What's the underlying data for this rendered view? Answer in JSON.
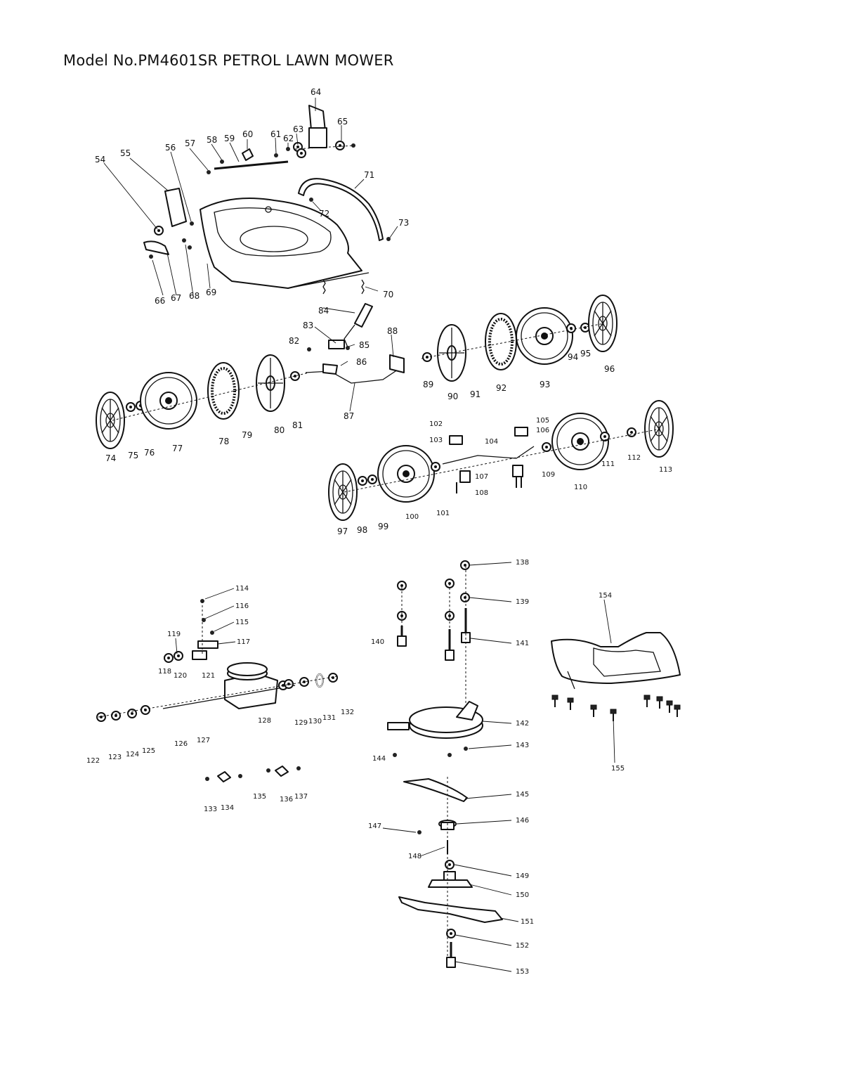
{
  "title": "Model No.PM4601SR PETROL LAWN MOWER",
  "callouts": {
    "c54": "54",
    "c55": "55",
    "c56": "56",
    "c57": "57",
    "c58": "58",
    "c59": "59",
    "c60": "60",
    "c61": "61",
    "c62": "62",
    "c63": "63",
    "c64": "64",
    "c65": "65",
    "c66": "66",
    "c67": "67",
    "c68": "68",
    "c69": "69",
    "c70": "70",
    "c71": "71",
    "c72": "72",
    "c73": "73",
    "c74": "74",
    "c75": "75",
    "c76": "76",
    "c77": "77",
    "c78": "78",
    "c79": "79",
    "c80": "80",
    "c81": "81",
    "c82": "82",
    "c83": "83",
    "c84": "84",
    "c85": "85",
    "c86": "86",
    "c87": "87",
    "c88": "88",
    "c89": "89",
    "c90": "90",
    "c91": "91",
    "c92": "92",
    "c93": "93",
    "c94": "94",
    "c95": "95",
    "c96": "96",
    "c97": "97",
    "c98": "98",
    "c99": "99",
    "c100": "100",
    "c101": "101",
    "c102": "102",
    "c103": "103",
    "c104": "104",
    "c105": "105",
    "c106": "106",
    "c107": "107",
    "c108": "108",
    "c109": "109",
    "c110": "110",
    "c111": "111",
    "c112": "112",
    "c113": "113",
    "c114": "114",
    "c115": "115",
    "c116": "116",
    "c117": "117",
    "c118": "118",
    "c119": "119",
    "c120": "120",
    "c121": "121",
    "c122": "122",
    "c123": "123",
    "c124": "124",
    "c125": "125",
    "c126": "126",
    "c127": "127",
    "c128": "128",
    "c129": "129",
    "c130": "130",
    "c131": "131",
    "c132": "132",
    "c133": "133",
    "c134": "134",
    "c135": "135",
    "c136": "136",
    "c137": "137",
    "c138": "138",
    "c139": "139",
    "c140": "140",
    "c141": "141",
    "c142": "142",
    "c143": "143",
    "c144": "144",
    "c145": "145",
    "c146": "146",
    "c147": "147",
    "c148": "148",
    "c149": "149",
    "c150": "150",
    "c151": "151",
    "c152": "152",
    "c153": "153",
    "c154": "154",
    "c155": "155"
  }
}
